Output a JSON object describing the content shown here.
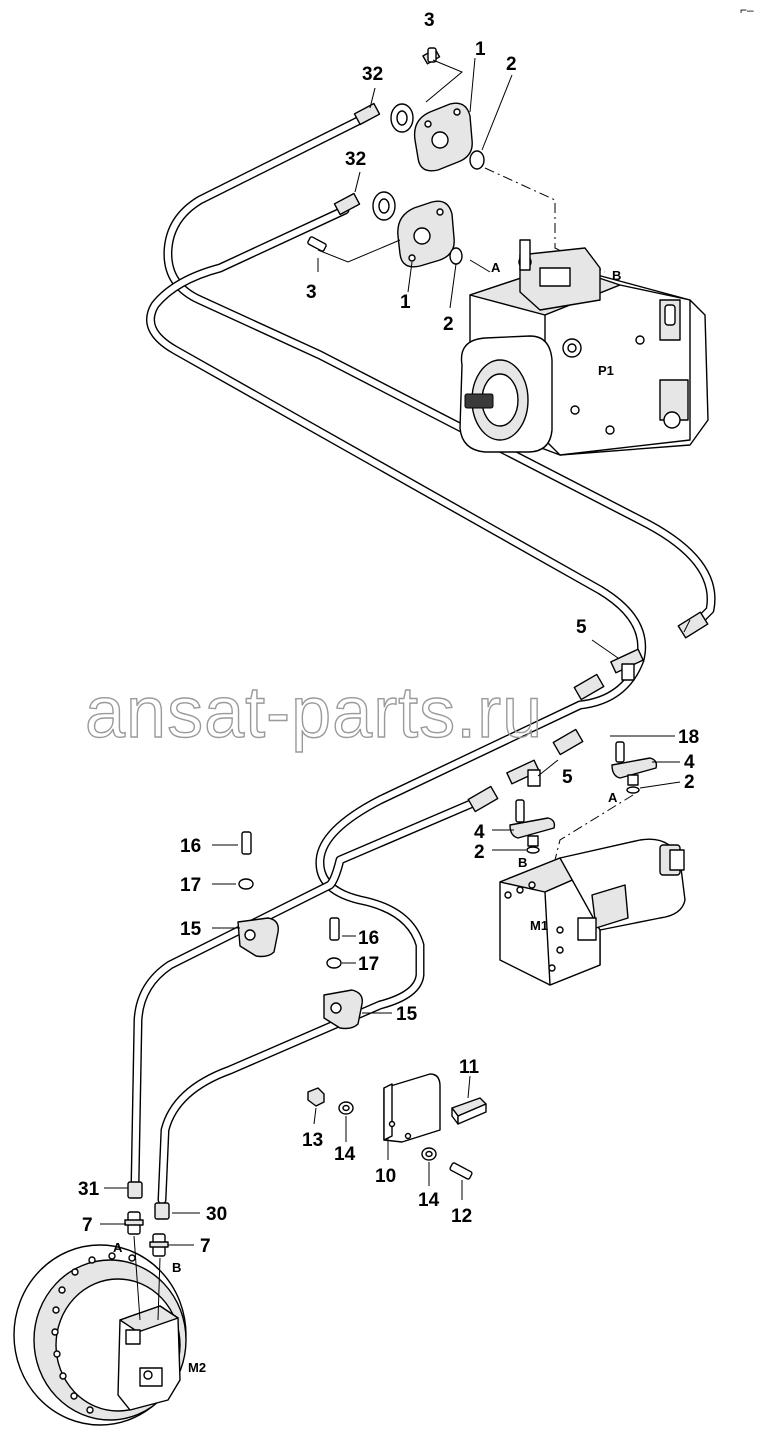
{
  "watermark": "ansat-parts.ru",
  "corner_mark": "⌐‒",
  "callouts": {
    "c3a": "3",
    "c1a": "1",
    "c2a": "2",
    "c32a": "32",
    "c32b": "32",
    "c3b": "3",
    "c1b": "1",
    "c2b": "2",
    "c5a": "5",
    "c18": "18",
    "c4a": "4",
    "c2c": "2",
    "c5b": "5",
    "c4b": "4",
    "c2d": "2",
    "c16a": "16",
    "c17a": "17",
    "c15a": "15",
    "c16b": "16",
    "c17b": "17",
    "c15b": "15",
    "c11": "11",
    "c13": "13",
    "c14a": "14",
    "c10": "10",
    "c14b": "14",
    "c12": "12",
    "c31": "31",
    "c30": "30",
    "c7a": "7",
    "c7b": "7"
  },
  "ports": {
    "pump_a": "A",
    "pump_b": "B",
    "m1_a": "A",
    "m1_b": "B",
    "m2_a": "A",
    "m2_b": "B"
  },
  "units": {
    "pump": "P1",
    "motor1": "M1",
    "motor2": "M2"
  }
}
